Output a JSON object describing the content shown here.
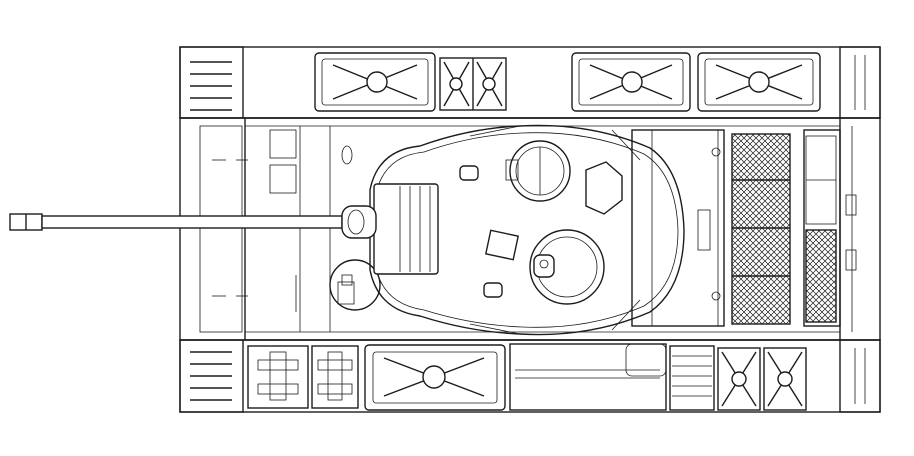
{
  "drawing": {
    "view": "top",
    "background": "#ffffff",
    "line_color": "#1c1c1c",
    "parts": [
      {
        "name": "hull",
        "icon": "hull-outline"
      },
      {
        "name": "left-track",
        "icon": "track-guard"
      },
      {
        "name": "right-track",
        "icon": "track-guard"
      },
      {
        "name": "turret",
        "icon": "turret-outline"
      },
      {
        "name": "main-gun",
        "icon": "gun-barrel"
      },
      {
        "name": "commander-cupola",
        "icon": "hatch"
      },
      {
        "name": "loader-hatch",
        "icon": "hatch"
      },
      {
        "name": "stowage-boxes",
        "icon": "stowage-box"
      },
      {
        "name": "engine-grilles",
        "icon": "mesh-grille"
      },
      {
        "name": "fuel-drums",
        "icon": "x-braced-tank"
      }
    ]
  }
}
